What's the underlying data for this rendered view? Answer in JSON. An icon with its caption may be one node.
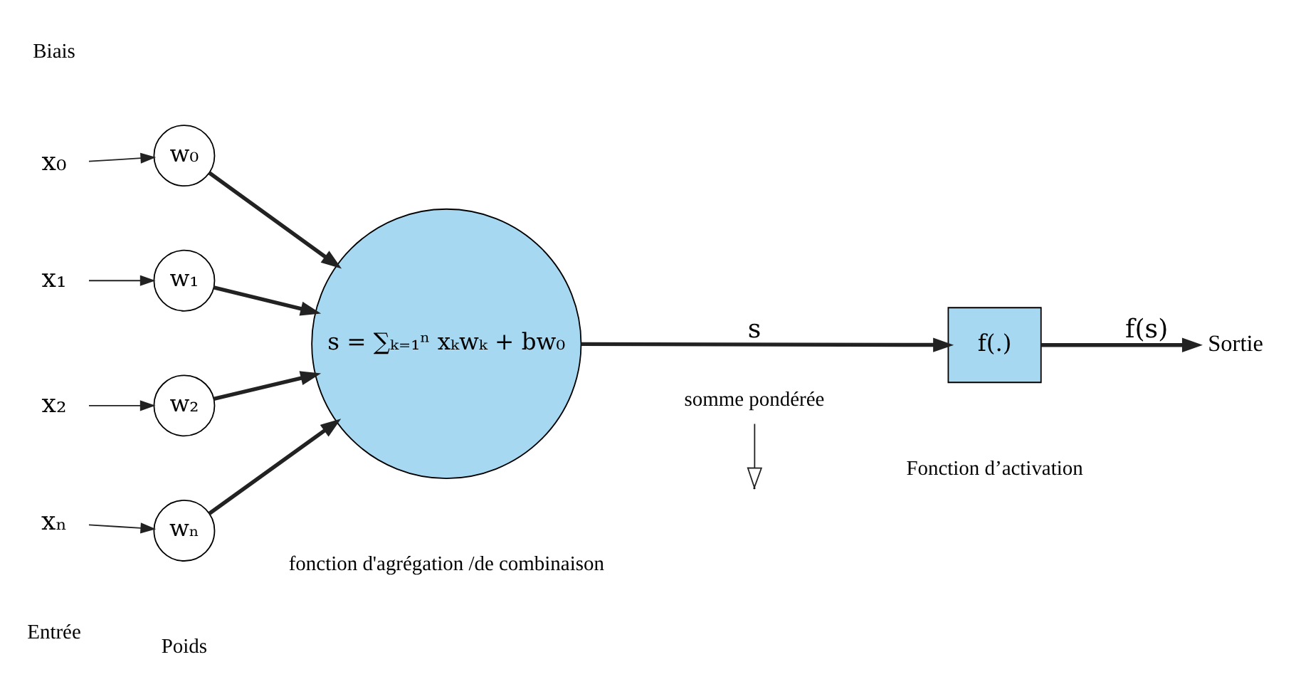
{
  "diagram": {
    "nodes": [
      {
        "text": [
          "x₀"
        ]
      },
      {
        "text": [
          "w₀"
        ]
      },
      {
        "text": [
          "x₁"
        ]
      },
      {
        "text": [
          "w₁"
        ]
      },
      {
        "text": [
          "x₂"
        ]
      },
      {
        "text": [
          "w₂"
        ]
      },
      {
        "text": [
          "xₙ"
        ]
      },
      {
        "text": [
          "wₙ"
        ]
      },
      {
        "text": [
          "s = ∑ₖ₌₁ⁿ xₖwₖ + bw₀"
        ],
        "beside": [
          "fonction d'agrégation /de combinaison"
        ]
      },
      {
        "text": [
          "f(.)"
        ],
        "beside": [
          "Fonction d’activation"
        ]
      },
      {
        "text": [
          "Sortie"
        ]
      },
      {
        "text": [
          "somme pondérée"
        ]
      }
    ],
    "edges": [
      {
        "from": 0,
        "to": 1,
        "arrow": "to"
      },
      {
        "from": 2,
        "to": 3,
        "arrow": "to"
      },
      {
        "from": 4,
        "to": 5,
        "arrow": "to"
      },
      {
        "from": 6,
        "to": 7,
        "arrow": "to"
      },
      {
        "from": 1,
        "to": 8,
        "arrow": "to"
      },
      {
        "from": 3,
        "to": 8,
        "arrow": "to"
      },
      {
        "from": 5,
        "to": 8,
        "arrow": "to"
      },
      {
        "from": 7,
        "to": 8,
        "arrow": "to"
      },
      {
        "from": 8,
        "to": 9,
        "label": "s",
        "arrow": "to"
      },
      {
        "from": 9,
        "to": 10,
        "label": "f(s)",
        "arrow": "to"
      },
      {
        "from": 11,
        "to": null,
        "arrow": "to"
      }
    ],
    "labels": [
      "Biais",
      "Entrée",
      "Poids"
    ]
  }
}
